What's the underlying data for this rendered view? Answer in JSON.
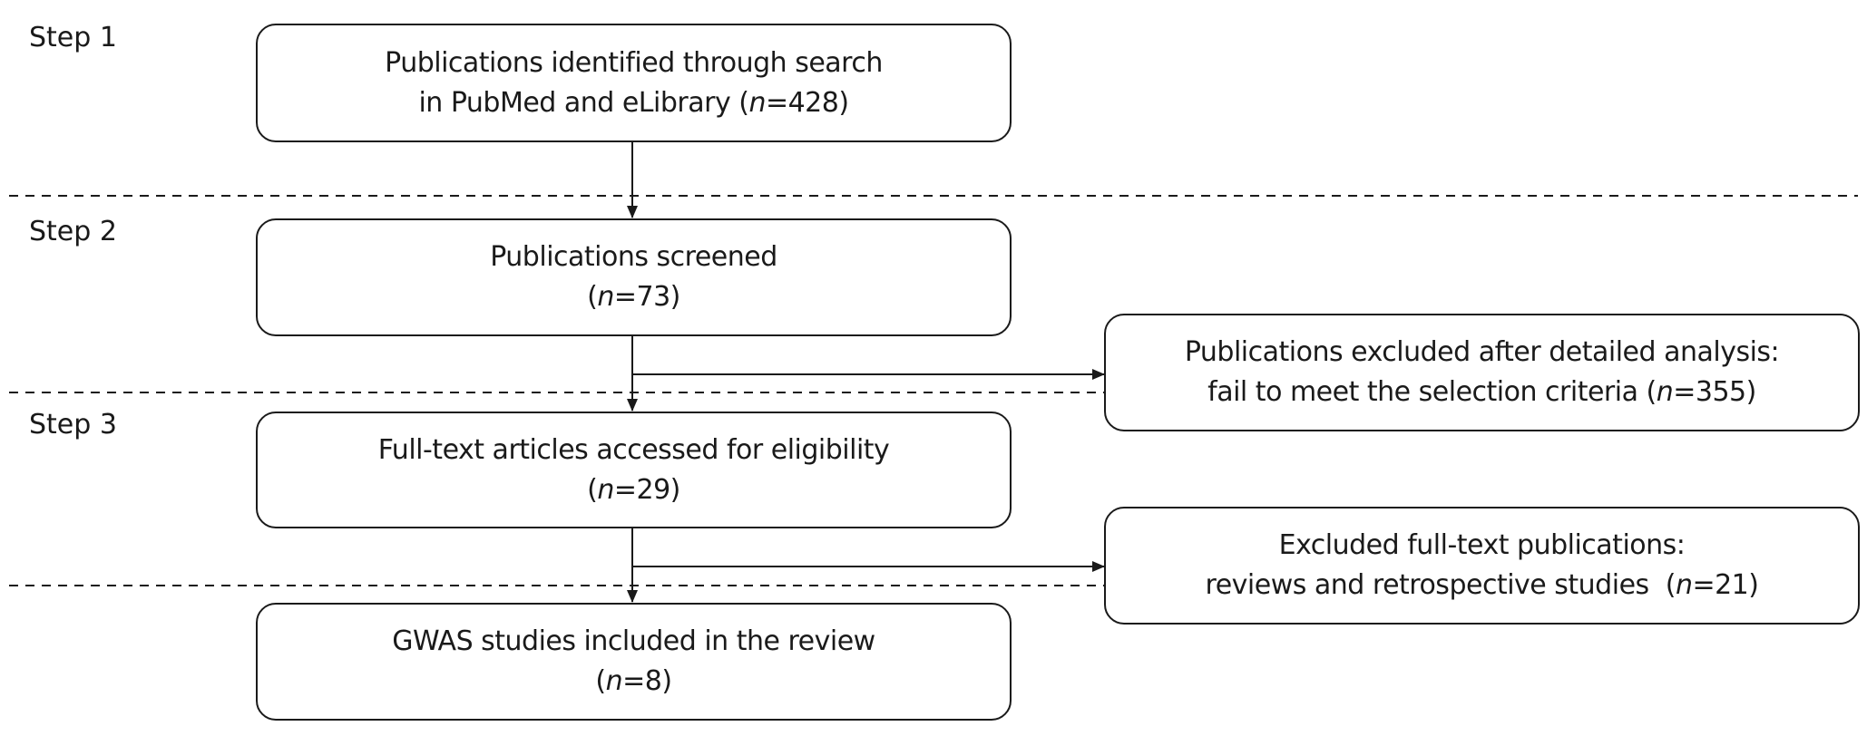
{
  "steps": [
    {
      "label": "Step 1"
    },
    {
      "label": "Step 2"
    },
    {
      "label": "Step 3"
    }
  ],
  "boxes": {
    "identified": {
      "line1": "Publications identified through search",
      "line2_text": "in PubMed and eLibrary (",
      "n_symbol": "n",
      "n_value": "=428)"
    },
    "screened": {
      "line1": "Publications screened",
      "line2_open": "(",
      "n_symbol": "n",
      "n_value": "=73)"
    },
    "excluded_analysis": {
      "line1": "Publications excluded after detailed analysis:",
      "line2_text": "fail to meet the selection criteria (",
      "n_symbol": "n",
      "n_value": "=355)"
    },
    "fulltext": {
      "line1": "Full-text articles accessed for eligibility",
      "line2_open": "(",
      "n_symbol": "n",
      "n_value": "=29)"
    },
    "excluded_fulltext": {
      "line1": "Excluded full-text publications:",
      "line2_text": "reviews and retrospective studies  (",
      "n_symbol": "n",
      "n_value": "=21)"
    },
    "included": {
      "line1": "GWAS studies included in the review",
      "line2_open": "(",
      "n_symbol": "n",
      "n_value": "=8)"
    }
  },
  "colors": {
    "line": "#1a1a1a",
    "background": "#ffffff"
  }
}
